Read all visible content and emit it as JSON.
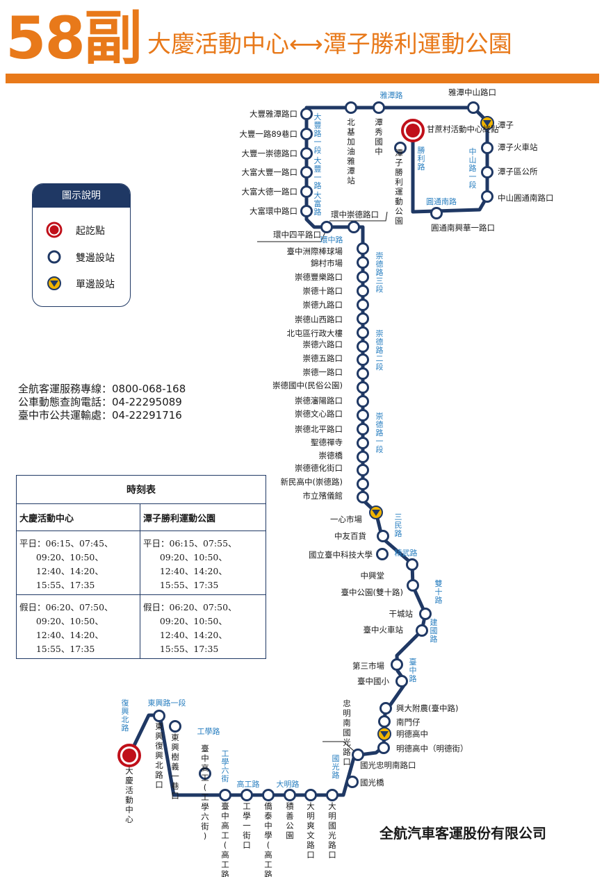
{
  "header": {
    "route_number": "58副",
    "title": "大慶活動中心⟷潭子勝利運動公園"
  },
  "legend": {
    "title": "圖示說明",
    "items": [
      "起訖點",
      "雙邊設站",
      "單邊設站"
    ]
  },
  "contacts": [
    "全航客運服務專線：0800-068-168",
    "公車動態查詢電話：04-22295089",
    "臺中市公共運輸處：04-22291716"
  ],
  "timetable": {
    "title": "時刻表",
    "columns": [
      "大慶活動中心",
      "潭子勝利運動公園"
    ],
    "rows": [
      [
        "平日：06:15、07:45、\n      09:20、10:50、\n      12:40、14:20、\n      15:55、17:35",
        "平日：06:15、07:55、\n      09:20、10:50、\n      12:40、14:20、\n      15:55、17:35"
      ],
      [
        "假日：06:20、07:50、\n      09:20、10:50、\n      12:40、14:20、\n      15:55、17:35",
        "假日：06:20、07:50、\n      09:20、10:50、\n      12:40、14:20、\n      15:55、17:35"
      ]
    ]
  },
  "company": "全航汽車客運股份有限公司",
  "colors": {
    "orange": "#e8791a",
    "navy": "#1f3864",
    "terminal_red": "#c0101a",
    "single_stop_yellow": "#f0b400",
    "road_blue": "#2a7fc0"
  },
  "stops": [
    {
      "name": "大豐雅潭路口"
    },
    {
      "name": "大豐一路89巷口"
    },
    {
      "name": "大豐一崇德路口"
    },
    {
      "name": "大富大豐一路口"
    },
    {
      "name": "大富大德一路口"
    },
    {
      "name": "大富環中路口"
    },
    {
      "name": "環中四平路口"
    },
    {
      "name": "環中崇德路口"
    },
    {
      "name": "北基加油雅潭站"
    },
    {
      "name": "潭秀國中"
    },
    {
      "name": "雅潭中山路口"
    },
    {
      "name": "潭子"
    },
    {
      "name": "潭子火車站"
    },
    {
      "name": "潭子區公所"
    },
    {
      "name": "中山圓通南路口"
    },
    {
      "name": "圓通南興華一路口"
    },
    {
      "name": "甘蔗村活動中心終點"
    },
    {
      "name": "潭子勝利運動公園"
    },
    {
      "name": "臺中洲際棒球場"
    },
    {
      "name": "錦村市場"
    },
    {
      "name": "崇德豐樂路口"
    },
    {
      "name": "崇德十路口"
    },
    {
      "name": "崇德九路口"
    },
    {
      "name": "崇德山西路口"
    },
    {
      "name": "北屯區行政大樓"
    },
    {
      "name": "崇德六路口"
    },
    {
      "name": "崇德五路口"
    },
    {
      "name": "崇德一路口"
    },
    {
      "name": "崇德國中(民俗公園)"
    },
    {
      "name": "崇德瀋陽路口"
    },
    {
      "name": "崇德文心路口"
    },
    {
      "name": "崇德北平路口"
    },
    {
      "name": "聖德禪寺"
    },
    {
      "name": "崇德橋"
    },
    {
      "name": "崇德德化街口"
    },
    {
      "name": "新民高中(崇德路)"
    },
    {
      "name": "市立殯儀館"
    },
    {
      "name": "一心市場"
    },
    {
      "name": "中友百貨"
    },
    {
      "name": "國立臺中科技大學"
    },
    {
      "name": "中興堂"
    },
    {
      "name": "臺中公園(雙十路)"
    },
    {
      "name": "干城站"
    },
    {
      "name": "臺中火車站"
    },
    {
      "name": "第三市場"
    },
    {
      "name": "臺中國小"
    },
    {
      "name": "興大附農(臺中路)"
    },
    {
      "name": "南門仔"
    },
    {
      "name": "明德高中"
    },
    {
      "name": "明德高中（明德街）"
    },
    {
      "name": "忠明南國光路口"
    },
    {
      "name": "國光忠明南路口"
    },
    {
      "name": "國光橋"
    },
    {
      "name": "大明國光路口"
    },
    {
      "name": "大明爽文路口"
    },
    {
      "name": "積善公園"
    },
    {
      "name": "僑泰中學(高工路)"
    },
    {
      "name": "工學一街口"
    },
    {
      "name": "臺中高工(高工路)"
    },
    {
      "name": "臺中高工(工學六街)"
    },
    {
      "name": "東興樹義一巷口"
    },
    {
      "name": "東興復興北路口"
    },
    {
      "name": "大慶活動中心"
    }
  ],
  "roads": [
    "雅潭路",
    "大豐路一段",
    "大豐一路",
    "大富路",
    "環中路",
    "勝利路",
    "中山路一段",
    "圓通南路",
    "崇德路三段",
    "崇德路二段",
    "崇德路一段",
    "三民路",
    "精武路",
    "雙十路",
    "建國路",
    "臺中路",
    "國光路",
    "大明路",
    "高工路",
    "工學六街",
    "工學路",
    "東興路一段",
    "復興北路"
  ]
}
